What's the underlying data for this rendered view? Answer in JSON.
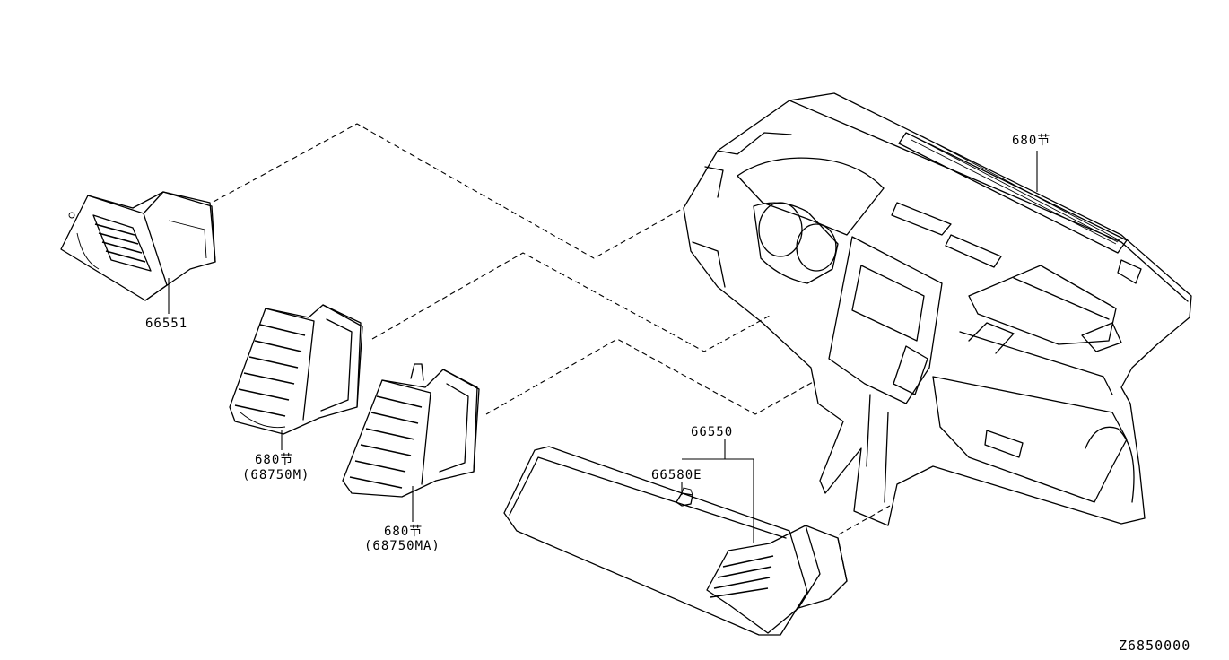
{
  "labels": {
    "part_66551": "66551",
    "part_680_center_m_a": "680节",
    "part_680_center_m_b": "(68750M)",
    "part_680_center_ma_a": "680节",
    "part_680_center_ma_b": "(68750MA)",
    "part_66550": "66550",
    "part_66580e": "66580E",
    "part_680_panel": "680节",
    "drawing_id": "Z6850000"
  },
  "icons": {
    "side_vent_left": "air-vent-icon",
    "center_vent_left": "air-vent-icon",
    "center_vent_right": "air-vent-icon",
    "side_vent_right": "air-vent-icon",
    "instrument_panel": "dashboard-icon",
    "clip": "clip-icon",
    "defroster_nozzle": "nozzle-icon"
  }
}
